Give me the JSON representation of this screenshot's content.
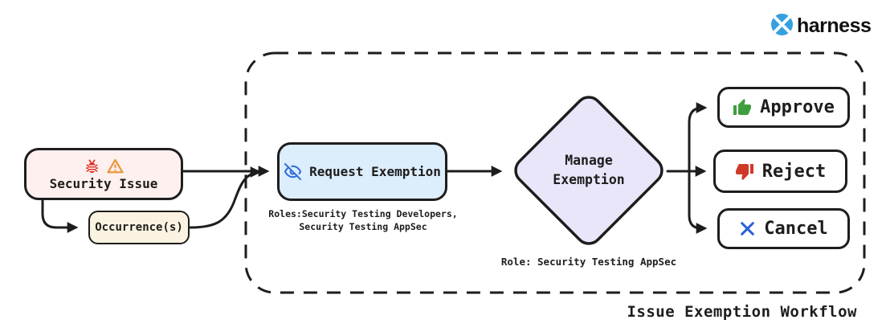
{
  "brand": {
    "name": "harness",
    "logo_blue": "#35a0e0"
  },
  "title": "Issue Exemption Workflow",
  "colors": {
    "ink": "#1d1d1d",
    "security_issue_bg": "#fdf0ee",
    "occurrence_bg": "#fbf3e1",
    "request_bg": "#dcedfc",
    "diamond_bg": "#e9e6fa",
    "approve_green": "#3f9e3f",
    "reject_red": "#cf3a28",
    "cancel_blue": "#2b5fd9",
    "eye_blue": "#2e6bd9",
    "bug_red": "#e02b20",
    "warning_orange": "#e8973a"
  },
  "nodes": {
    "security_issue": {
      "label": "Security Issue",
      "icons": [
        "bug-icon",
        "warning-icon"
      ]
    },
    "occurrence": {
      "label": "Occurrence(s)"
    },
    "request_exemption": {
      "label": "Request Exemption",
      "icon": "eye-off-icon",
      "note_lines": [
        "Roles:Security Testing Developers,",
        "Security Testing AppSec"
      ]
    },
    "manage_exemption": {
      "lines": [
        "Manage",
        "Exemption"
      ],
      "note": "Role: Security Testing AppSec"
    },
    "approve": {
      "label": "Approve",
      "icon": "thumb-up-icon"
    },
    "reject": {
      "label": "Reject",
      "icon": "thumb-down-icon"
    },
    "cancel": {
      "label": "Cancel",
      "icon": "x-icon"
    }
  }
}
